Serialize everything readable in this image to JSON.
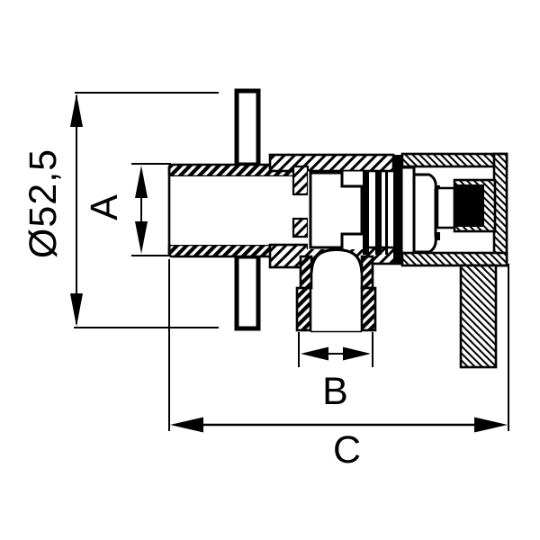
{
  "meta": {
    "title": "Angle valve cross-section technical drawing",
    "background_color": "#ffffff",
    "ink_color": "#000000"
  },
  "dimensions": {
    "diameter": "Ø52,5",
    "a": "A",
    "b": "B",
    "c": "C"
  }
}
